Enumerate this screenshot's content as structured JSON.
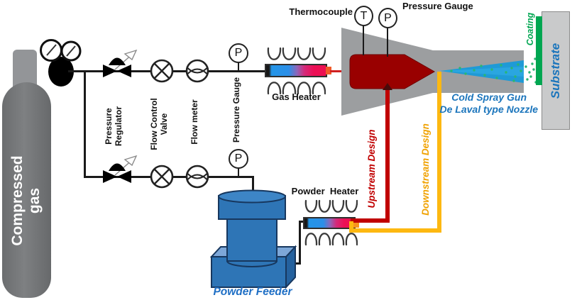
{
  "type": "cold-spray-system-process-diagram",
  "supply": {
    "cylinder_label": "Compressed\ngas"
  },
  "gas_line": {
    "pressure_regulator_label": "Pressure\nRegulator",
    "flow_control_valve_label": "Flow Control\nValve",
    "flow_meter_label": "Flow meter",
    "pressure_gauge_label": "Pressure Gauge",
    "pressure_symbol": "P"
  },
  "gas_heater": {
    "label": "Gas Heater"
  },
  "gun": {
    "thermocouple_label": "Thermocouple",
    "thermocouple_symbol": "T",
    "pressure_gauge_label": "Pressure Gauge",
    "pressure_symbol": "P",
    "name_line1": "Cold Spray Gun",
    "name_line2": "De Laval type Nozzle"
  },
  "powder_line": {
    "feeder_label": "Powder Feeder",
    "heater_label": "Powder  Heater",
    "upstream_label": "Upstream Design",
    "downstream_label": "Downstream Design"
  },
  "target": {
    "coating_label": "Coating",
    "substrate_label": "Substrate"
  },
  "colors": {
    "pipe_black": "#1a1a1a",
    "upstream_red": "#c00000",
    "downstream_yellow": "#fdb811",
    "downstream_text": "#f0a202",
    "hot_gas_red": "#d02020",
    "chamber_red": "#990000",
    "jet_blue": "#1f9ad6",
    "particle_green": "#2bb673",
    "coating_green": "#00a651",
    "substrate_gray": "#c9cacb",
    "gun_gray": "#9c9ea0",
    "feeder_blue": "#2e75b6",
    "cylinder_gray": "#737577",
    "label_blue": "#1b75bc",
    "heater_cold_blue": "#2b8fe8",
    "heater_hot_magenta": "#ec1050"
  }
}
